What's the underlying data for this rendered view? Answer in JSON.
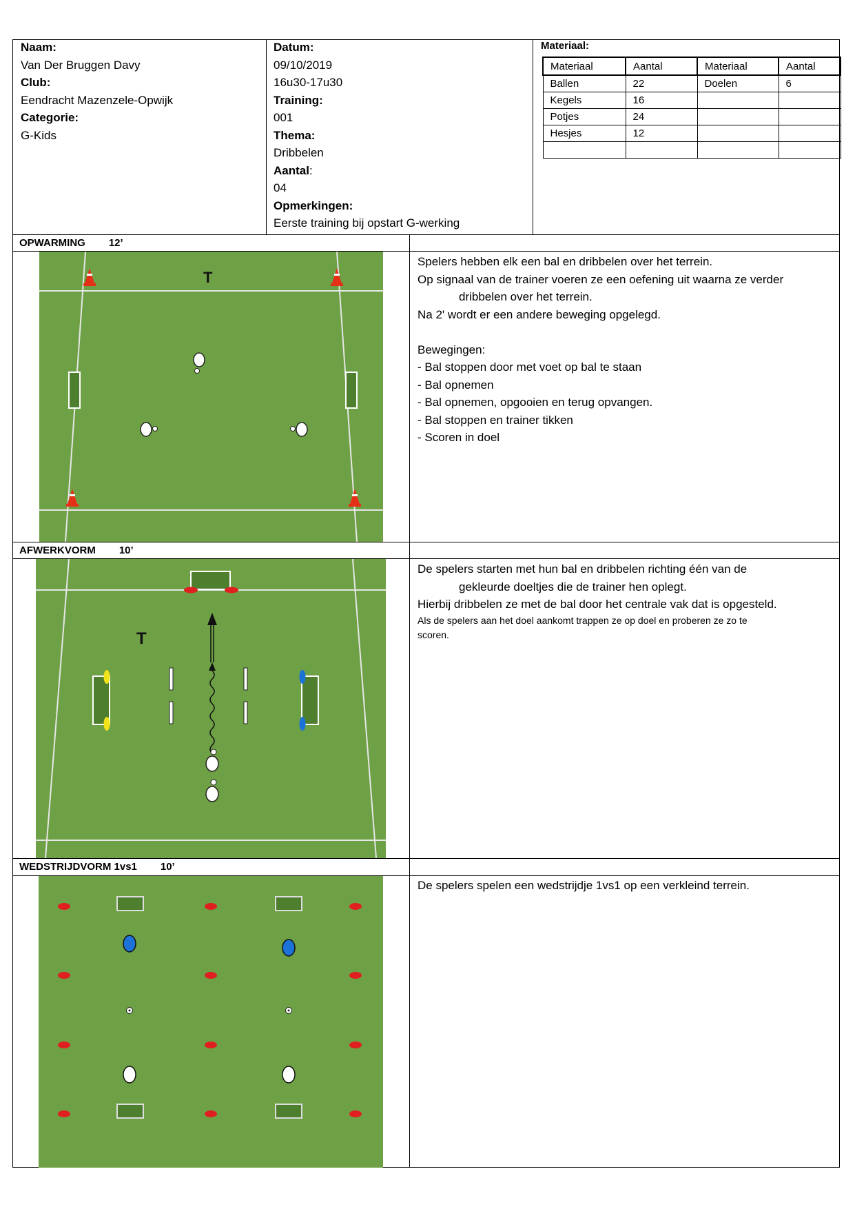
{
  "header": {
    "naam_label": "Naam:",
    "naam": "Van Der Bruggen Davy",
    "club_label": "Club:",
    "club": "Eendracht Mazenzele-Opwijk",
    "categorie_label": "Categorie:",
    "categorie": "G-Kids",
    "datum_label": "Datum:",
    "datum": "09/10/2019",
    "tijd": "16u30-17u30",
    "training_label": "Training:",
    "training": "001",
    "thema_label": "Thema:",
    "thema": "Dribbelen",
    "aantal_label": "Aantal",
    "aantal_colon": ":",
    "aantal": "04",
    "opmerkingen_label": "Opmerkingen:",
    "opmerkingen": "Eerste training bij opstart G-werking"
  },
  "materiaal": {
    "title": "Materiaal:",
    "headers": [
      "Materiaal",
      "Aantal",
      "Materiaal",
      "Aantal"
    ],
    "rows": [
      [
        "Ballen",
        "22",
        "Doelen",
        "6"
      ],
      [
        "Kegels",
        "16",
        "",
        ""
      ],
      [
        "Potjes",
        "24",
        "",
        ""
      ],
      [
        "Hesjes",
        "12",
        "",
        ""
      ],
      [
        "",
        "",
        "",
        ""
      ]
    ]
  },
  "sections": [
    {
      "title": "OPWARMING",
      "minutes": "12’",
      "lines": [
        "Spelers hebben elk een bal en dribbelen over het terrein.",
        "Op signaal van de trainer voeren ze een oefening uit waarna ze verder",
        "dribbelen over het terrein.",
        "Na 2' wordt er een andere beweging opgelegd.",
        "",
        "Bewegingen:",
        "- Bal stoppen door met voet op bal te staan",
        "- Bal opnemen",
        "- Bal opnemen, opgooien en terug opvangen.",
        "- Bal stoppen en trainer tikken",
        "- Scoren in doel"
      ],
      "diagram": {
        "trainer_label": "T"
      }
    },
    {
      "title": "AFWERKVORM",
      "minutes": "10’",
      "lines": [
        "De spelers starten met hun bal en dribbelen richting één van de",
        "gekleurde doeltjes die de trainer hen oplegt.",
        "Hierbij dribbelen ze met de bal door het centrale vak dat is opgesteld."
      ],
      "small_lines": [
        "Als de spelers aan het doel aankomt trappen ze op doel en proberen ze zo te",
        "scoren."
      ],
      "diagram": {
        "trainer_label": "T",
        "left_goal_color": "#f2e21c",
        "right_goal_color": "#1c72d6"
      }
    },
    {
      "title": "WEDSTRIJDVORM 1vs1",
      "minutes": "10’",
      "lines": [
        "De spelers spelen een wedstrijdje 1vs1 op een verkleind terrein."
      ],
      "diagram": {
        "team_color": "#1c72d6",
        "cone_color": "#e02020"
      }
    }
  ],
  "colors": {
    "field": "#6ea146",
    "lines": "#e8e8e8",
    "border": "#000000"
  }
}
